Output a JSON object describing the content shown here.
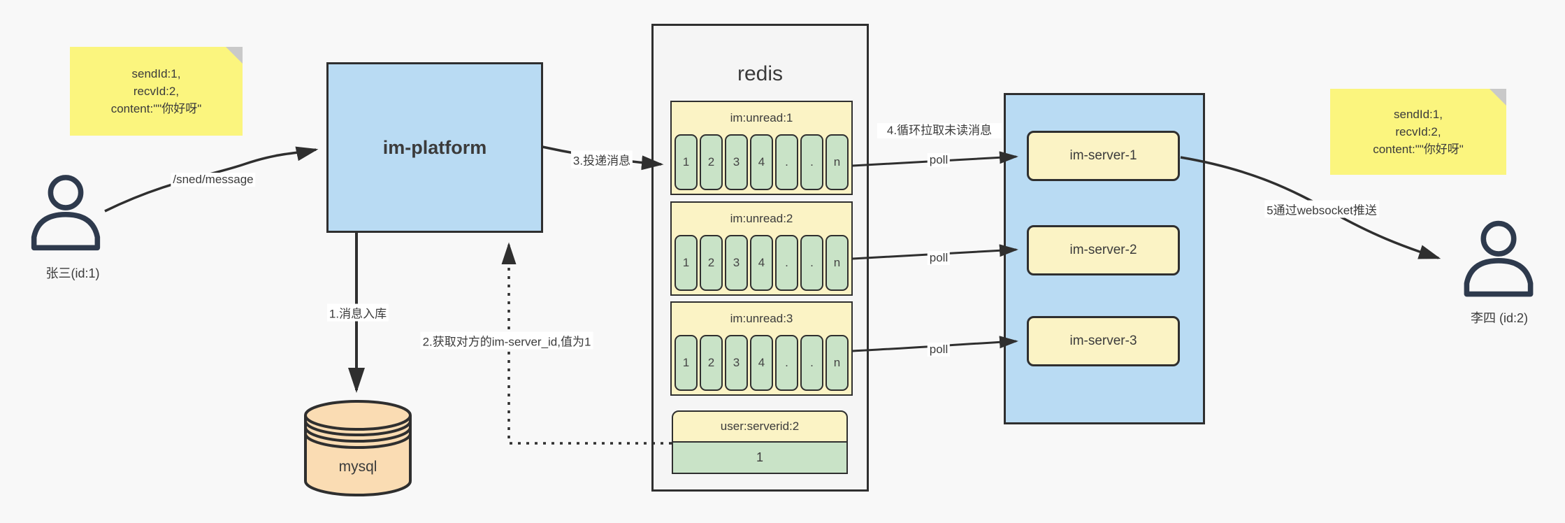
{
  "notes": {
    "sender": {
      "lines": [
        "sendId:1,",
        "recvId:2,",
        "content:\"\"你好呀\""
      ]
    },
    "receiver": {
      "lines": [
        "sendId:1,",
        "recvId:2,",
        "content:\"\"你好呀\""
      ]
    }
  },
  "actors": {
    "sender": {
      "label": "张三(id:1)"
    },
    "receiver": {
      "label": "李四 (id:2)"
    }
  },
  "platform": {
    "label": "im-platform"
  },
  "database": {
    "label": "mysql"
  },
  "redis": {
    "title": "redis",
    "queues": [
      {
        "name": "im:unread:1",
        "cells": [
          "1",
          "2",
          "3",
          "4",
          ".",
          ".",
          "n"
        ]
      },
      {
        "name": "im:unread:2",
        "cells": [
          "1",
          "2",
          "3",
          "4",
          ".",
          ".",
          "n"
        ]
      },
      {
        "name": "im:unread:3",
        "cells": [
          "1",
          "2",
          "3",
          "4",
          ".",
          ".",
          "n"
        ]
      }
    ],
    "mapping": {
      "name": "user:serverid:2",
      "value": "1"
    }
  },
  "servers": [
    {
      "label": "im-server-1"
    },
    {
      "label": "im-server-2"
    },
    {
      "label": "im-server-3"
    }
  ],
  "labels": {
    "send_api": "/sned/message",
    "step1": "1.消息入库",
    "step2": "2.获取对方的im-server_id,值为1",
    "step3": "3.投递消息",
    "step4": "4.循环拉取未读消息",
    "poll": "poll",
    "step5": "5通过websocket推送"
  },
  "colors": {
    "platform_blue": "#b9dbf3",
    "pale_yellow": "#fbf3c5",
    "cell_green": "#c9e3c7",
    "sticky_yellow": "#fbf57e",
    "mysql_tan": "#fadcb3",
    "container_gray": "#f5f5f5",
    "line_dark": "#2f2f2f"
  }
}
